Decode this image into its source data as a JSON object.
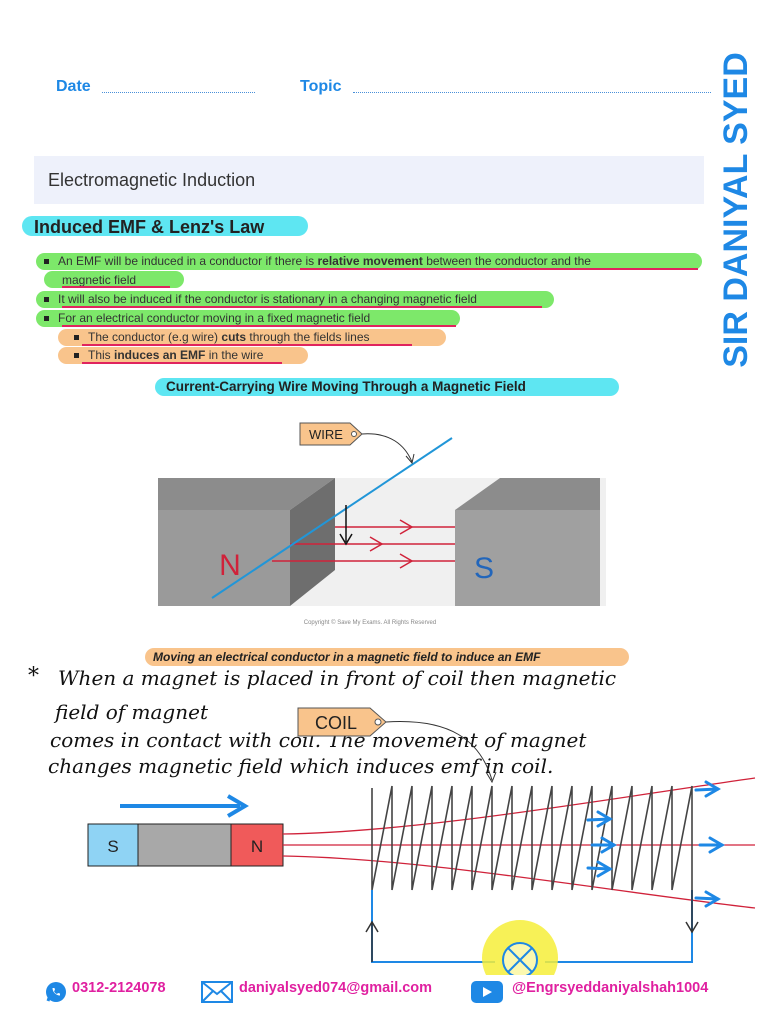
{
  "side_title": "SIR DANIYAL SYED",
  "header": {
    "date_label": "Date",
    "topic_label": "Topic"
  },
  "section_title": "Electromagnetic Induction",
  "subheading": "Induced EMF & Lenz's Law",
  "bullets": [
    {
      "pre": "An EMF will be induced in a conductor if there is ",
      "bold": "relative movement",
      "post": " between the conductor and the"
    },
    {
      "text": "magnetic field"
    },
    {
      "text": "It will also be induced if the conductor is stationary in a changing magnetic field"
    },
    {
      "text": "For an electrical conductor moving in a fixed magnetic field"
    },
    {
      "pre": "The conductor (e.g wire) ",
      "bold": "cuts",
      "post": " through the fields lines"
    },
    {
      "pre": "This ",
      "bold": "induces an EMF",
      "post": " in the wire"
    }
  ],
  "figure1": {
    "caption": "Current-Carrying Wire Moving Through a Magnetic Field",
    "wire_label": "WIRE",
    "pole_n": "N",
    "pole_s": "S",
    "copyright": "Copyright © Save My Exams. All Rights Reserved",
    "bottom_caption": "Moving an electrical conductor in a magnetic field to induce an EMF"
  },
  "handwritten_notes": [
    "When a magnet is placed in front of coil then magnetic",
    "field of magnet",
    "comes in contact with coil. The movement of magnet",
    "changes magnetic field which induces emf in coil."
  ],
  "figure2": {
    "coil_label": "COIL",
    "magnet_s": "S",
    "magnet_n": "N"
  },
  "footer": {
    "phone": "0312-2124078",
    "email": "daniyalsyed074@gmail.com",
    "youtube": "@Engrsyeddaniyalshah1004"
  },
  "colors": {
    "accent_blue": "#1e88e5",
    "highlight_green": "#7de86a",
    "highlight_orange": "#f9c48c",
    "highlight_cyan": "#5ee6f2",
    "magenta": "#e020a0"
  }
}
